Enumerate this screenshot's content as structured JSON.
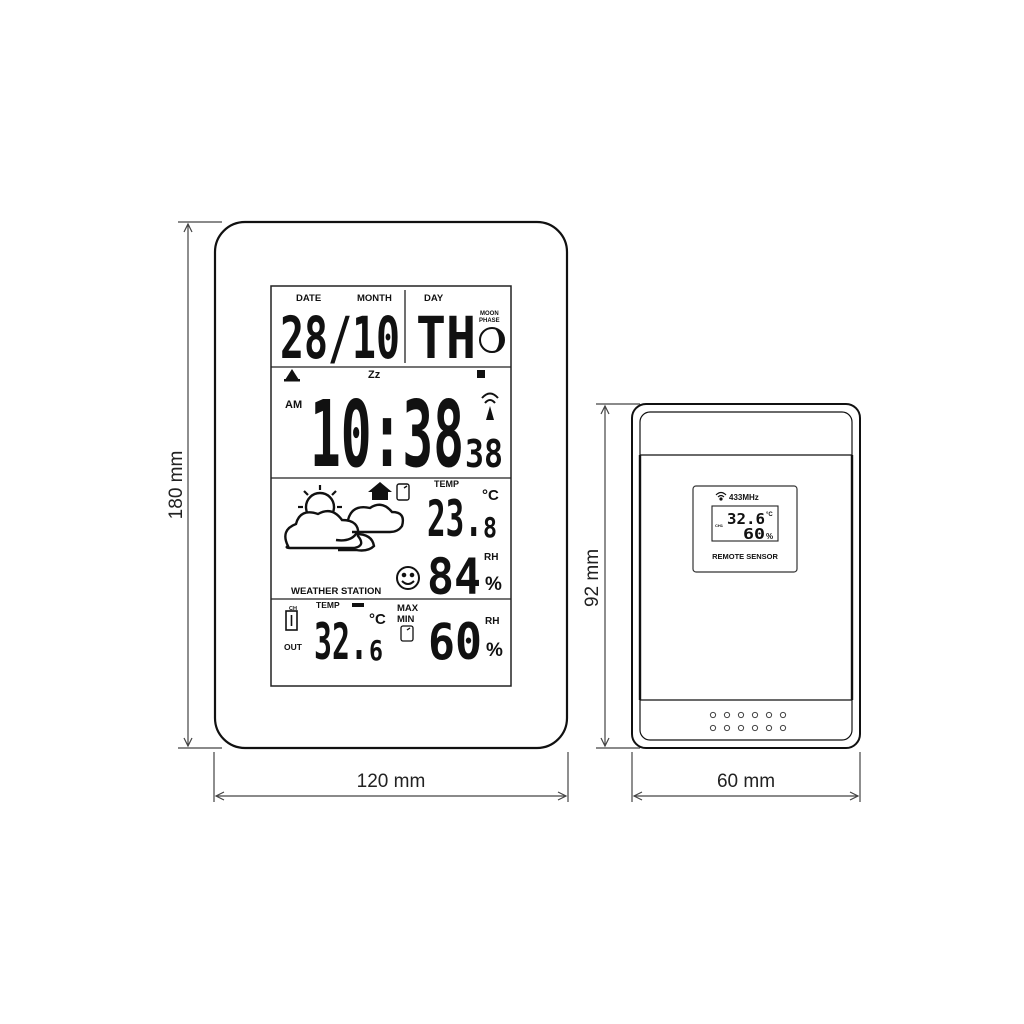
{
  "dimensions": {
    "main_height": "180 mm",
    "main_width": "120 mm",
    "sensor_height": "92 mm",
    "sensor_width": "60 mm"
  },
  "main_display": {
    "date_label": "DATE",
    "month_label": "MONTH",
    "day_label": "DAY",
    "moon_label_1": "MOON",
    "moon_label_2": "PHASE",
    "date_value": "28/10",
    "day_value": "TH",
    "snooze_icon": "Zz",
    "am_label": "AM",
    "time_value": "10:38",
    "seconds_value": "38",
    "temp_label": "TEMP",
    "indoor_temp_main": "23.",
    "indoor_temp_dec": "8",
    "temp_unit": "°C",
    "indoor_humidity": "84",
    "rh_label": "RH",
    "percent": "%",
    "weather_station_label": "WEATHER STATION",
    "ch_label": "CH",
    "out_label": "OUT",
    "out_temp_label": "TEMP",
    "out_temp_main": "32.",
    "out_temp_dec": "6",
    "max_label": "MAX",
    "min_label": "MIN",
    "out_humidity": "60",
    "icons": [
      "alarm-bell-icon",
      "dnd-square-icon",
      "radio-signal-icon",
      "house-icon",
      "thermometer-icon",
      "sun-cloud-icon",
      "smiley-icon",
      "channel-icon",
      "battery-icon"
    ]
  },
  "remote_sensor": {
    "frequency": "433MHz",
    "temp_value": "32.6",
    "temp_unit": "°C",
    "humidity_value": "60",
    "percent": "%",
    "ch_label": "CH1",
    "label": "REMOTE SENSOR"
  },
  "colors": {
    "line": "#222222",
    "background": "#ffffff"
  }
}
